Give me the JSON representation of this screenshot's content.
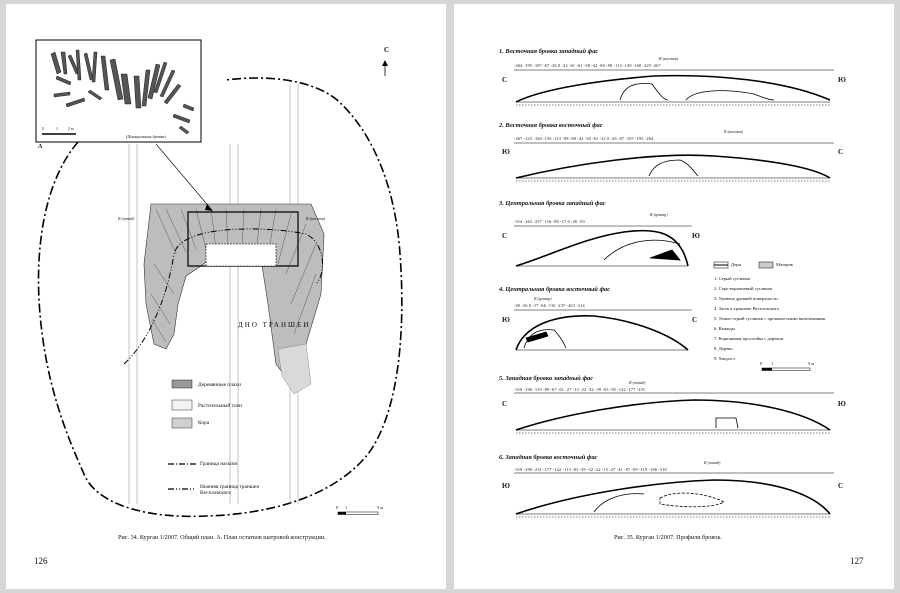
{
  "left_page": {
    "page_number": "126",
    "caption": "Рис. 34. Курган 1/2007. Общий план.  А. План остатков шатровой конструкции.",
    "inset_label": "А",
    "north_label": "С",
    "trench_label": "ДНО ТРАНШЕИ",
    "inset_caption": "(Центральная бровка)",
    "inset_scale": [
      "0",
      "1",
      "2 м"
    ],
    "scale": [
      "0",
      "1",
      "5 м"
    ],
    "legend": [
      {
        "id": "planks",
        "label": "Деревянные плахи"
      },
      {
        "id": "plant",
        "label": "Растительный тлен"
      },
      {
        "id": "bark",
        "label": "Кора"
      },
      {
        "id": "mound",
        "label": "Граница насыпи"
      },
      {
        "id": "veselovsky",
        "label": "Нижняя граница траншеи Веселовского"
      }
    ],
    "bench_labels": {
      "west": "R (запад)",
      "east": "R (восток)"
    }
  },
  "right_page": {
    "page_number": "127",
    "caption": "Рис. 35. Курган 1/2007. Профили бровок.",
    "profiles": [
      {
        "title": "1. Восточная бровка западный фас",
        "left": "С",
        "right": "Ю",
        "bench": "R (восток)",
        "ticks": "-264  -195  -187  -67   -26    0    -22   -61   -61   -58   -42   -80   -90  -113  -130  -160  -225  -267"
      },
      {
        "title": "2. Восточная бровка восточный фас",
        "left": "Ю",
        "right": "С",
        "bench": "R (восток)",
        "ticks": "-267  -223  -164  -156  -113   -98   -68   -42   -30   -61   -22    0    -26   -67  -107  -195  -264"
      },
      {
        "title": "3. Центральная бровка западный фас",
        "left": "С",
        "right": "Ю",
        "bench": "R (центр)",
        "ticks": "-314  -263  -237  -116   -80   -17    0    -26   -50"
      },
      {
        "title": "4. Центральная бровка восточный фас",
        "left": "Ю",
        "right": "С",
        "bench": "R (центр)",
        "ticks": "-50   -26    0    -17   -66  -116  -237  -263  -314"
      },
      {
        "title": "5. Западная бровка западный фас",
        "left": "С",
        "right": "Ю",
        "bench": "R (запад)",
        "ticks": "-310  -196  -119   -89   -67   -61   -27   -13   -22   -32   -39   -63   -95  -142  -177  -231"
      },
      {
        "title": "6. Западная бровка восточный фас",
        "left": "Ю",
        "right": "С",
        "bench": "R (запад)",
        "ticks": "-318  -290  -231  -177  -142  -113   -83   -59   -32   -22   -15   -27   -41   -87   -99  -119  -196  -310"
      }
    ],
    "legend_top": [
      {
        "label": "Дерн"
      },
      {
        "label": "Материк"
      }
    ],
    "legend_items": [
      "1. Серый суглинок",
      "2. Серо-коричневый суглинок",
      "3. Уровень древней поверхности",
      "4. Затек в траншею Веселовского",
      "5. Темно-серый суглинок с органическими включениями",
      "6. Выкиды",
      "7. Коричневая прослойка с деревом",
      "8. Дерево",
      "9. Хворост"
    ],
    "scale": [
      "0",
      "1",
      "5 м"
    ]
  }
}
